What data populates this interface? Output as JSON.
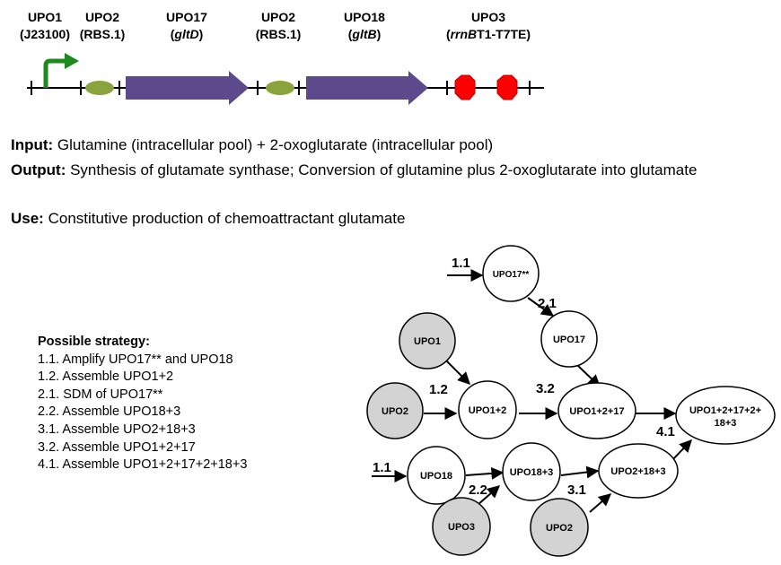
{
  "construct": {
    "labels": [
      {
        "id": "upo1",
        "name": "UPO1",
        "sub": "(J23100)",
        "italic": "",
        "subtail": ""
      },
      {
        "id": "upo2a",
        "name": "UPO2",
        "sub": "(RBS.1)",
        "italic": "",
        "subtail": ""
      },
      {
        "id": "upo17",
        "name": "UPO17",
        "sub": "(",
        "italic": "gltD",
        "subtail": ")"
      },
      {
        "id": "upo2b",
        "name": "UPO2",
        "sub": "(RBS.1)",
        "italic": "",
        "subtail": ""
      },
      {
        "id": "upo18",
        "name": "UPO18",
        "sub": "(",
        "italic": "gltB",
        "subtail": ")"
      },
      {
        "id": "upo3",
        "name": "UPO3",
        "sub": "(",
        "italic": "rrnB",
        "subtail": "T1-T7TE)"
      }
    ],
    "colors": {
      "promoter": "#1e8a1e",
      "rbs": "#8aa33c",
      "cds": "#5c4a8c",
      "terminator": "#ff0000",
      "backbone": "#000000"
    }
  },
  "description": {
    "input_label": "Input:",
    "input_text": " Glutamine (intracellular pool) + 2-oxoglutarate (intracellular pool)",
    "output_label": "Output:",
    "output_text": " Synthesis of glutamate synthase; Conversion of glutamine plus 2-oxoglutarate into glutamate",
    "use_label": "Use:",
    "use_text": " Constitutive production of chemoattractant glutamate"
  },
  "strategy": {
    "heading": "Possible strategy:",
    "steps": [
      "1.1. Amplify UPO17** and UPO18",
      "1.2. Assemble UPO1+2",
      "2.1. SDM of UPO17**",
      "2.2. Assemble UPO18+3",
      "3.1. Assemble UPO2+18+3",
      "3.2. Assemble UPO1+2+17",
      "4.1. Assemble UPO1+2+17+2+18+3"
    ]
  },
  "flow": {
    "nodes": [
      {
        "id": "n_upo17ss",
        "label": "UPO17**",
        "filled": false
      },
      {
        "id": "n_upo17",
        "label": "UPO17",
        "filled": false
      },
      {
        "id": "n_upo1",
        "label": "UPO1",
        "filled": true
      },
      {
        "id": "n_upo2",
        "label": "UPO2",
        "filled": true
      },
      {
        "id": "n_upo1_2",
        "label": "UPO1+2",
        "filled": false
      },
      {
        "id": "n_upo1_2_17",
        "label": "UPO1+2+17",
        "filled": false
      },
      {
        "id": "n_final",
        "label": "UPO1+2+17+2+",
        "label2": "18+3",
        "filled": false
      },
      {
        "id": "n_upo18",
        "label": "UPO18",
        "filled": false
      },
      {
        "id": "n_upo18_3",
        "label": "UPO18+3",
        "filled": false
      },
      {
        "id": "n_upo2_18_3",
        "label": "UPO2+18+3",
        "filled": false
      },
      {
        "id": "n_upo3",
        "label": "UPO3",
        "filled": true
      },
      {
        "id": "n_upo2b",
        "label": "UPO2",
        "filled": true
      }
    ],
    "step_labels": [
      "1.1",
      "2.1",
      "1.2",
      "3.2",
      "4.1",
      "1.1",
      "2.2",
      "3.1"
    ],
    "colors": {
      "filled": "#d3d3d3",
      "empty": "#ffffff",
      "stroke": "#000000"
    }
  }
}
